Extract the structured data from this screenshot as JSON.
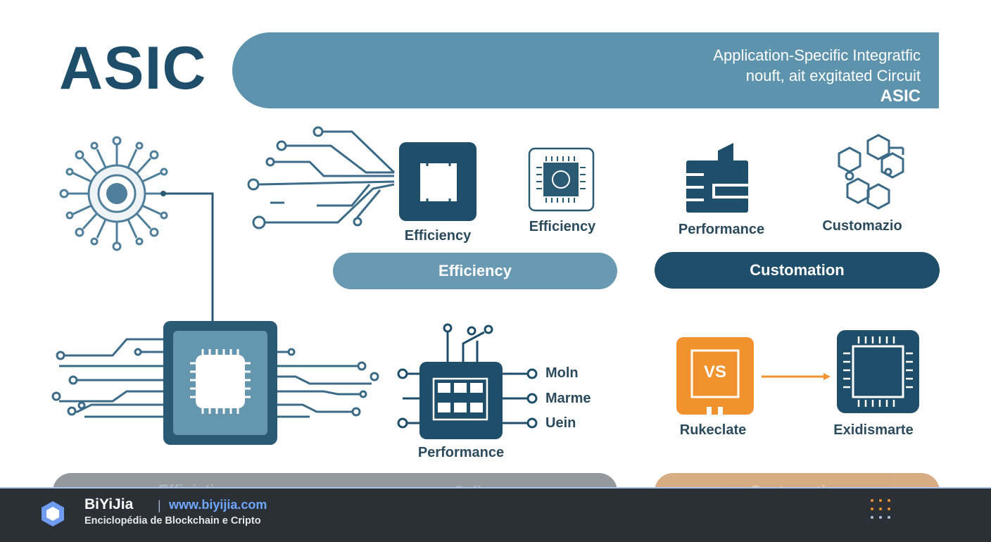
{
  "header": {
    "title": "ASIC",
    "banner_lines": [
      "Application-Specific Integratfic",
      "nouft, ait exgitated Circuit",
      "ASIC"
    ]
  },
  "labels": {
    "chip1": "Efficiency",
    "chip2": "Efficiency",
    "performance_top": "Performance",
    "customization_top": "Customazio",
    "performance_bottom": "Performance",
    "vs_left": "Rukeclate",
    "vs_right": "Exidismarte",
    "vs_badge": "VS"
  },
  "pills": {
    "efficiency": "Efficiency",
    "customization": "Customation"
  },
  "side_labels": [
    "Moln",
    "Marme",
    "Uein"
  ],
  "ghost_pills": [
    "Efficiatin",
    "Selione",
    "Customation"
  ],
  "footer": {
    "brand": "BiYiJia",
    "separator": "|",
    "url": "www.biyijia.com",
    "tagline": "Enciclopédia de Blockchain e Cripto"
  },
  "colors": {
    "primary": "#1f4e6b",
    "secondary": "#5e93ad",
    "accent": "#f0922e",
    "footer_bg": "#2b3036"
  }
}
